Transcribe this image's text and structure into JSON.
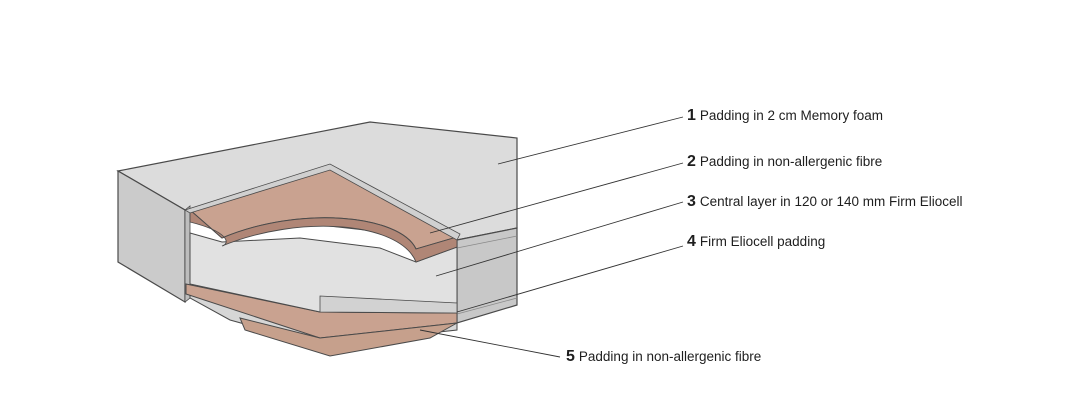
{
  "diagram": {
    "colors": {
      "top_face": "#dcdcdc",
      "side_face": "#cbcbcb",
      "foam_cut": "#c9a290",
      "foam_edge": "#b08676",
      "outline": "#4a4a4a"
    },
    "callouts": [
      {
        "number": "1",
        "label": "Padding in 2 cm Memory foam"
      },
      {
        "number": "2",
        "label": "Padding in non-allergenic fibre"
      },
      {
        "number": "3",
        "label": "Central layer in 120 or 140 mm Firm Eliocell"
      },
      {
        "number": "4",
        "label": "Firm Eliocell padding"
      },
      {
        "number": "5",
        "label": "Padding in non-allergenic fibre"
      }
    ]
  }
}
